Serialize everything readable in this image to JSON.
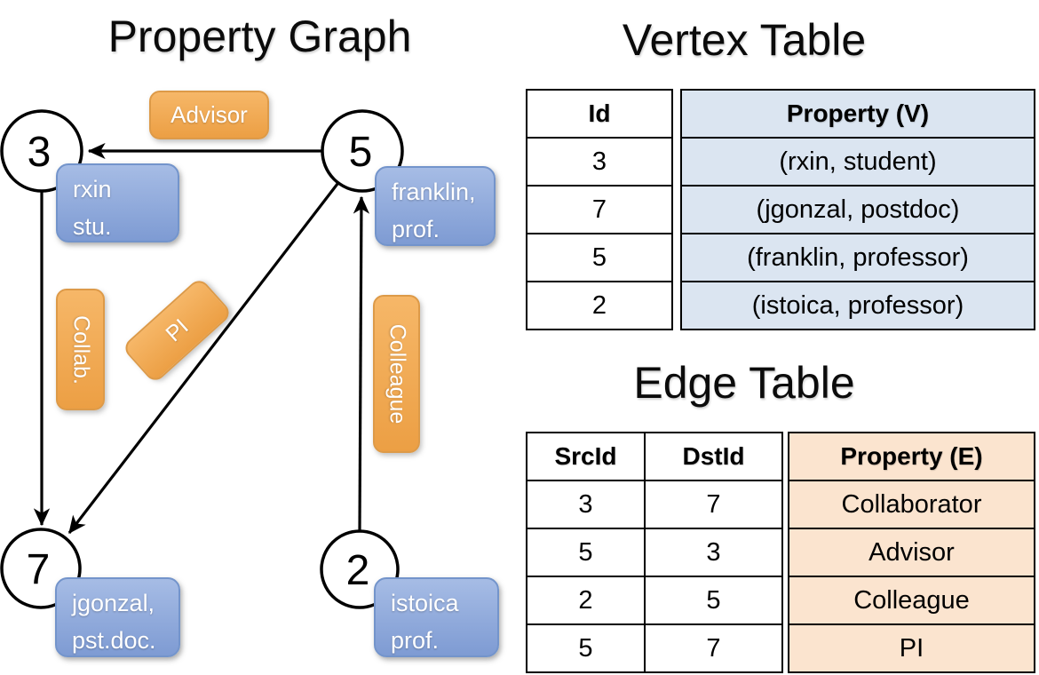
{
  "graph": {
    "title": "Property Graph",
    "vertices": [
      {
        "id": "3",
        "lines": [
          "rxin",
          "stu."
        ]
      },
      {
        "id": "5",
        "lines": [
          "franklin,",
          "prof."
        ]
      },
      {
        "id": "7",
        "lines": [
          "jgonzal,",
          "pst.doc."
        ]
      },
      {
        "id": "2",
        "lines": [
          "istoica",
          "prof."
        ]
      }
    ],
    "edges": [
      {
        "src": "5",
        "dst": "3",
        "label": "Advisor"
      },
      {
        "src": "3",
        "dst": "7",
        "label": "Collab."
      },
      {
        "src": "5",
        "dst": "7",
        "label": "PI"
      },
      {
        "src": "2",
        "dst": "5",
        "label": "Colleague"
      }
    ]
  },
  "vertex_table": {
    "title": "Vertex Table",
    "columns": [
      "Id",
      "Property (V)"
    ],
    "rows": [
      [
        "3",
        "(rxin, student)"
      ],
      [
        "7",
        "(jgonzal, postdoc)"
      ],
      [
        "5",
        "(franklin, professor)"
      ],
      [
        "2",
        "(istoica, professor)"
      ]
    ]
  },
  "edge_table": {
    "title": "Edge Table",
    "columns": [
      "SrcId",
      "DstId",
      "Property (E)"
    ],
    "rows": [
      [
        "3",
        "7",
        "Collaborator"
      ],
      [
        "5",
        "3",
        "Advisor"
      ],
      [
        "2",
        "5",
        "Colleague"
      ],
      [
        "5",
        "7",
        "PI"
      ]
    ]
  },
  "colors": {
    "vertex_property_fill_top": "#a6bce5",
    "vertex_property_fill_bottom": "#7e9bd3",
    "edge_label_fill_top": "#f6b768",
    "edge_label_fill_bottom": "#ec9f44",
    "vertex_table_column_fill": "#dbe5f1",
    "edge_table_column_fill": "#fbe4cf",
    "line_color": "#000000"
  }
}
